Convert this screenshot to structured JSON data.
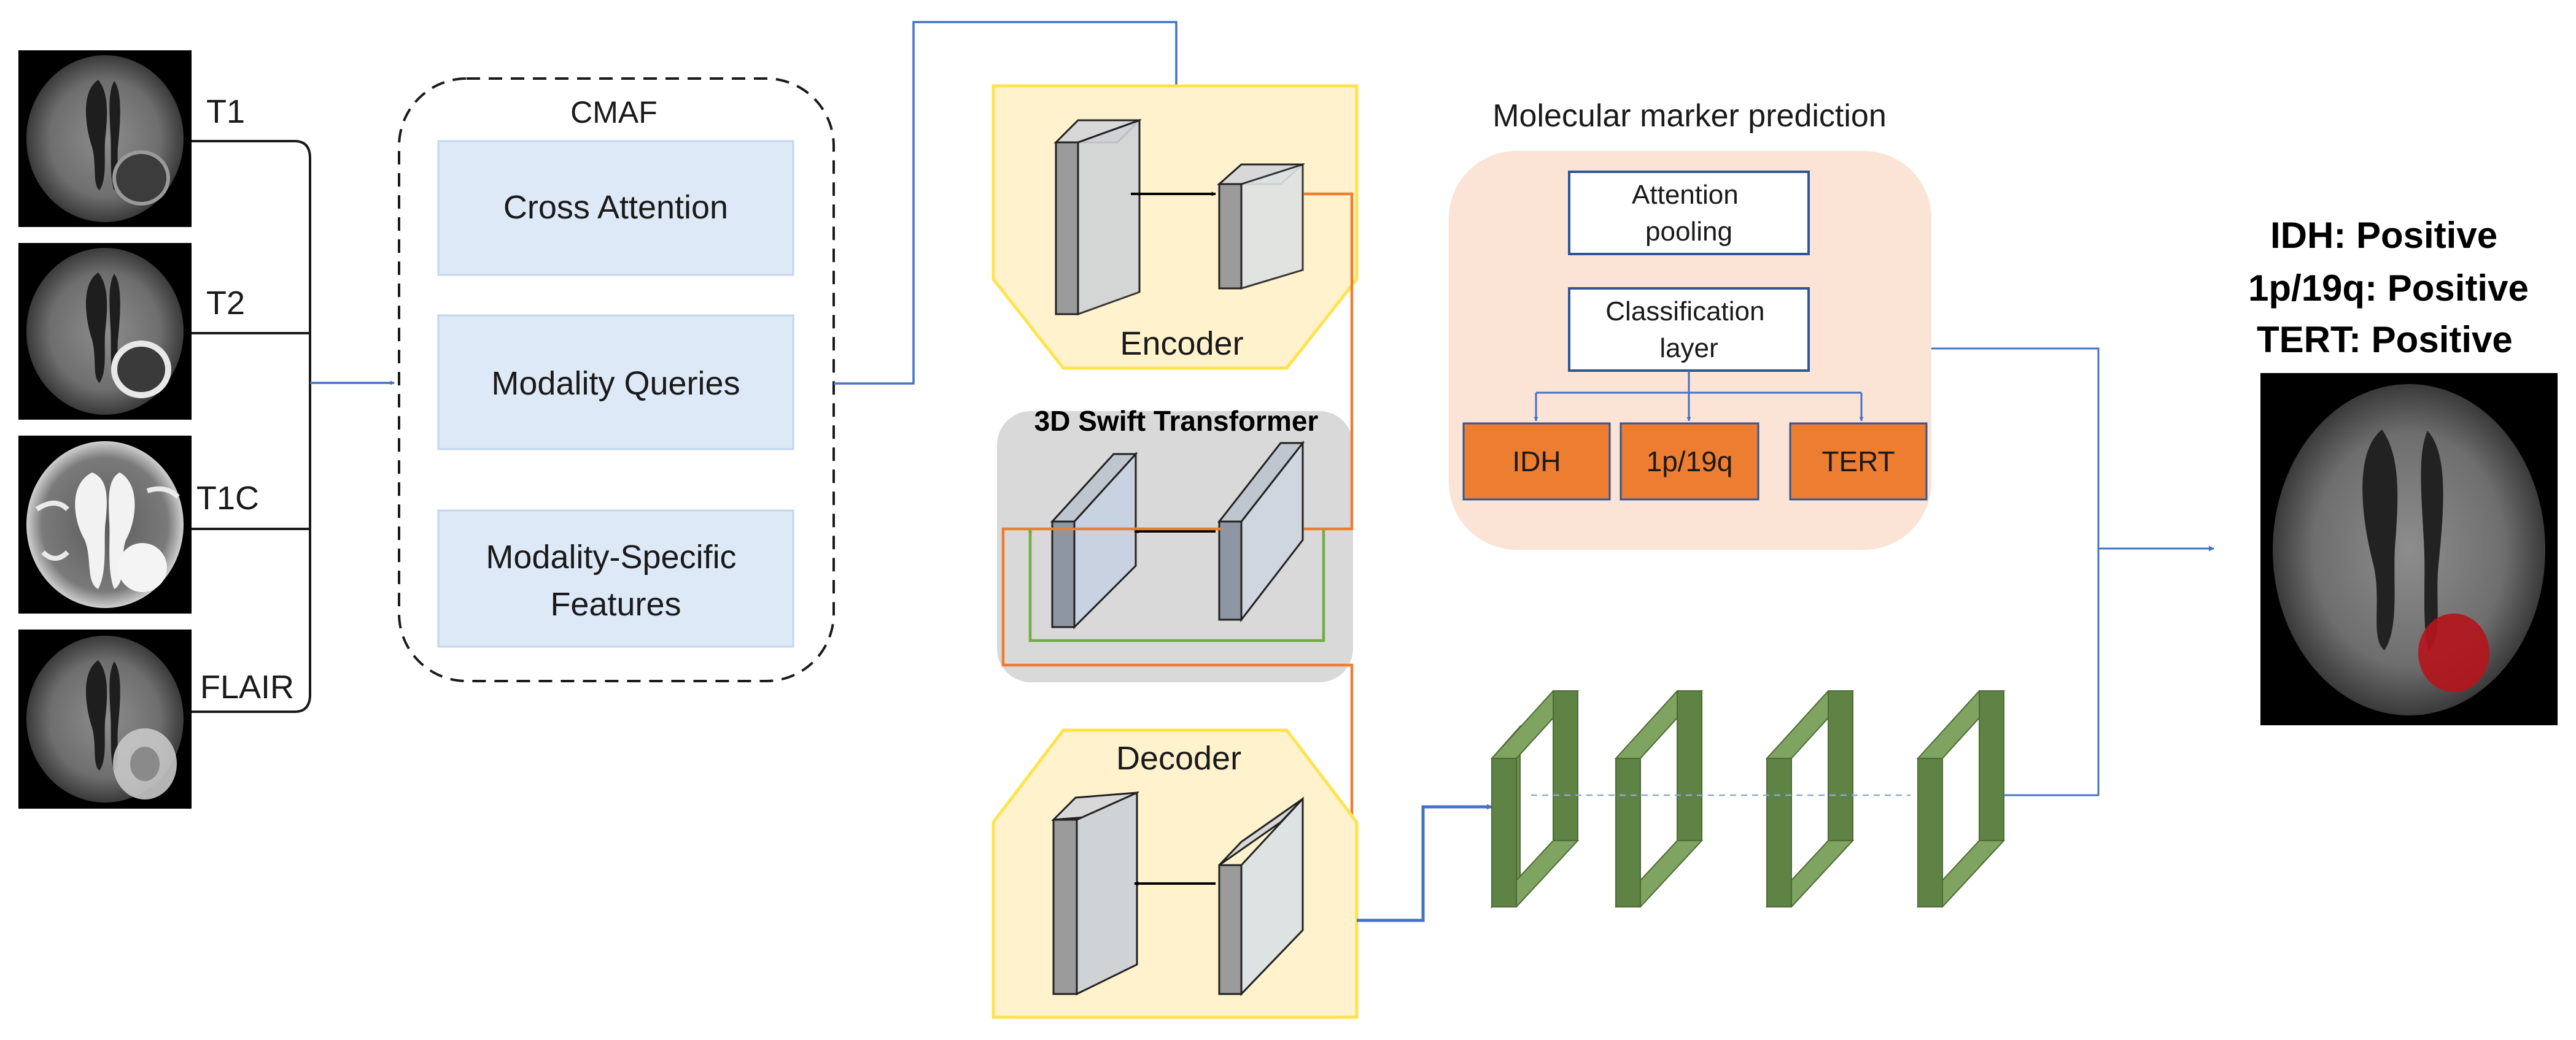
{
  "modalities": [
    "T1",
    "T2",
    "T1C",
    "FLAIR"
  ],
  "cmaf": {
    "title": "CMAF",
    "blocks": [
      "Cross Attention",
      "Modality Queries",
      "Modality-Specific Features"
    ]
  },
  "encoder": {
    "label": "Encoder"
  },
  "swin": {
    "label": "3D Swift Transformer"
  },
  "decoder": {
    "label": "Decoder"
  },
  "marker": {
    "title": "Molecular marker prediction",
    "attention_pooling": "Attention pooling",
    "classification_layer": "Classification layer",
    "outputs": [
      "IDH",
      "1p/19q",
      "TERT"
    ]
  },
  "results": [
    "IDH: Positive",
    "1p/19q: Positive",
    "TERT: Positive"
  ],
  "colors": {
    "arrow_blue": "#4472c4",
    "orange": "#ed7d31",
    "green": "#70ad47",
    "encoder_fill": "#fff2cc",
    "encoder_border": "#ffe34d",
    "swin_fill": "#d9d9d9",
    "cmaf_block": "#dde9f6",
    "marker_panel": "#fbe3d6",
    "frame_green": "#6a8f4e"
  }
}
